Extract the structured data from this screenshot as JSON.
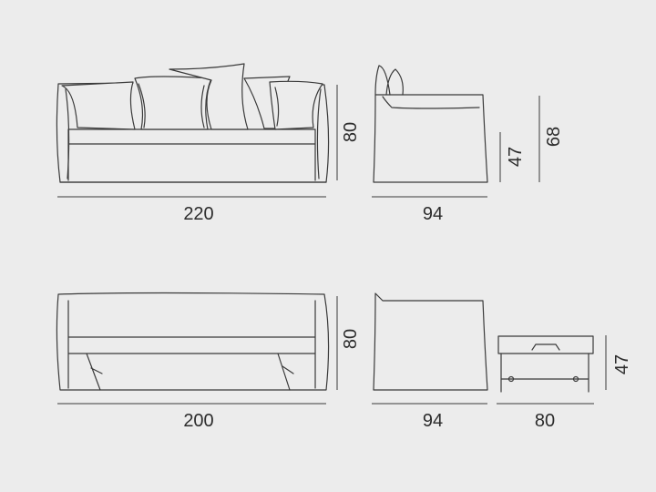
{
  "drawings": {
    "sofa_front": {
      "width_label": "220",
      "height_label": "80"
    },
    "sofa_side": {
      "depth_label": "94",
      "seat_height_label": "47",
      "back_height_label": "68"
    },
    "bed_front": {
      "width_label": "200",
      "height_label": "80"
    },
    "bed_side": {
      "depth_label": "94"
    },
    "pullout_bed": {
      "width_label": "80",
      "height_label": "47"
    }
  },
  "colors": {
    "background": "#ececec",
    "line": "#3a3a3a"
  }
}
